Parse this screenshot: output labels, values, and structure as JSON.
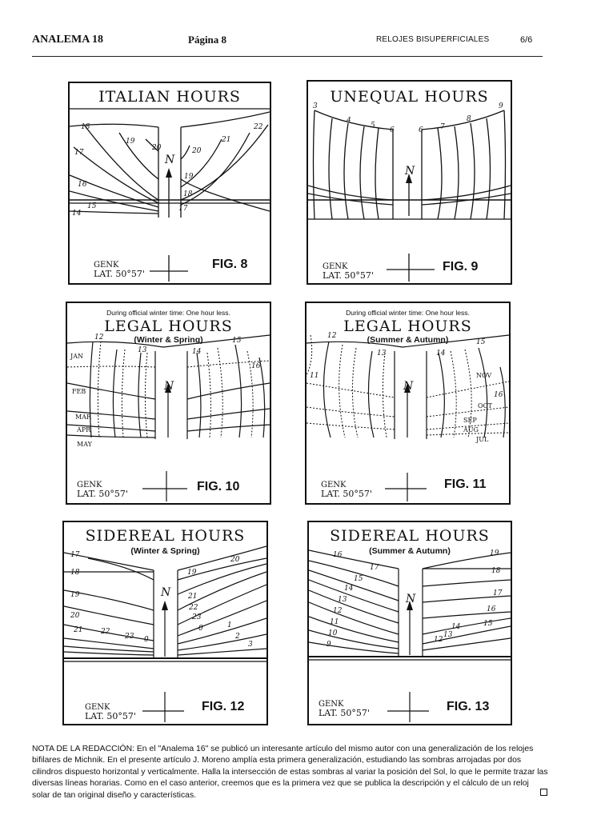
{
  "header": {
    "left": "ANALEMA 18",
    "page": "Página 8",
    "section": "RELOJES BISUPERFICIALES",
    "pages": "6/6"
  },
  "panels": [
    {
      "title": "ITALIAN HOURS",
      "fig": "FIG. 8",
      "loc1": "GENK",
      "loc2": "LAT. 50°57'",
      "north": "N",
      "labels": [
        "18",
        "19",
        "20",
        "17",
        "16",
        "15",
        "14",
        "22",
        "21",
        "20",
        "19",
        "18",
        "17"
      ]
    },
    {
      "title": "UNEQUAL HOURS",
      "fig": "FIG. 9",
      "loc1": "GENK",
      "loc2": "LAT. 50°57'",
      "north": "N",
      "labels": [
        "3",
        "4",
        "5",
        "6",
        "6",
        "7",
        "8",
        "9"
      ]
    },
    {
      "title": "LEGAL HOURS",
      "note": "During official winter time: One hour less.",
      "subtitle": "(Winter & Spring)",
      "fig": "FIG. 10",
      "loc1": "GENK",
      "loc2": "LAT. 50°57'",
      "north": "N",
      "labels": [
        "12",
        "13",
        "14",
        "15",
        "16"
      ],
      "months": [
        "JAN",
        "FEB",
        "MAR",
        "APR",
        "MAY"
      ]
    },
    {
      "title": "LEGAL HOURS",
      "note": "During official winter time: One hour less.",
      "subtitle": "(Summer & Autumn)",
      "fig": "FIG. 11",
      "loc1": "GENK",
      "loc2": "LAT. 50°57'",
      "north": "N",
      "labels": [
        "12",
        "13",
        "14",
        "15",
        "11",
        "16"
      ],
      "months": [
        "NOV",
        "OCT",
        "SEP",
        "AUG",
        "JUL"
      ]
    },
    {
      "title": "SIDEREAL HOURS",
      "subtitle": "(Winter & Spring)",
      "fig": "FIG. 12",
      "loc1": "GENK",
      "loc2": "LAT. 50°57'",
      "north": "N",
      "labels": [
        "17",
        "18",
        "19",
        "20",
        "21",
        "22",
        "23",
        "0",
        "19",
        "20",
        "21",
        "22",
        "23",
        "0",
        "1",
        "2",
        "3"
      ]
    },
    {
      "title": "SIDEREAL HOURS",
      "subtitle": "(Summer & Autumn)",
      "fig": "FIG. 13",
      "loc1": "GENK",
      "loc2": "LAT. 50°57'",
      "north": "N",
      "labels": [
        "16",
        "17",
        "15",
        "14",
        "13",
        "12",
        "11",
        "10",
        "9",
        "19",
        "18",
        "17",
        "16",
        "15",
        "14",
        "13",
        "12"
      ]
    }
  ],
  "footer": "NOTA DE LA REDACCIÓN: En el \"Analema 16\" se publicó un interesante artículo del mismo autor con una generalización de los relojes bifilares de Michnik. En el presente artículo J. Moreno amplía esta primera generalización, estudiando las sombras arrojadas por dos cilindros dispuesto horizontal y verticalmente. Halla la intersección de estas sombras al variar la posición del Sol, lo que le permite trazar las diversas líneas horarias. Como en el caso anterior, creemos que es la primera vez que se publica la descripción y el cálculo de un reloj solar de tan original diseño y características."
}
